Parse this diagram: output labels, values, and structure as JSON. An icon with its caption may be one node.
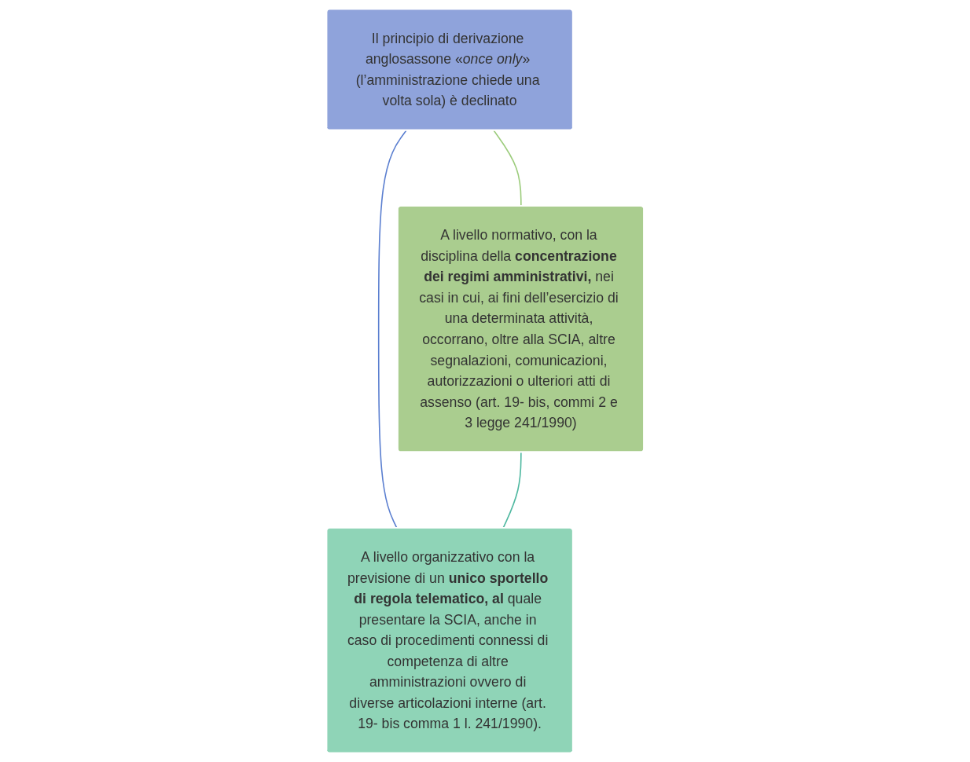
{
  "diagram": {
    "nodes": [
      {
        "text": [
          "Il principio di derivazione anglosassone «*once only*» (l’amministrazione chiede una volta sola) è declinato"
        ]
      },
      {
        "text": [
          "A livello normativo, con la disciplina della **concentrazione dei regimi amministrativi,** nei casi in cui, ai fini dell’esercizio di una determinata attività, occorrano, oltre alla SCIA, altre segnalazioni, comunicazioni, autorizzazioni o ulteriori atti di assenso (art. 19- bis, commi 2 e 3 legge 241/1990)"
        ]
      },
      {
        "text": [
          "A livello organizzativo con la previsione di un **unico sportello di regola telematico, al** quale presentare la SCIA, anche in caso di procedimenti connessi di competenza di altre amministrazioni ovvero di diverse articolazioni interne (art. 19- bis comma 1 l. 241/1990)."
        ]
      }
    ],
    "edges": [
      {
        "from": 0,
        "to": 1,
        "arrow": "none",
        "color": "#9ccc7c"
      },
      {
        "from": 0,
        "to": 2,
        "arrow": "none",
        "color": "#5b7fd0"
      },
      {
        "from": 1,
        "to": 2,
        "arrow": "none",
        "color": "#4fb8a0"
      }
    ]
  }
}
